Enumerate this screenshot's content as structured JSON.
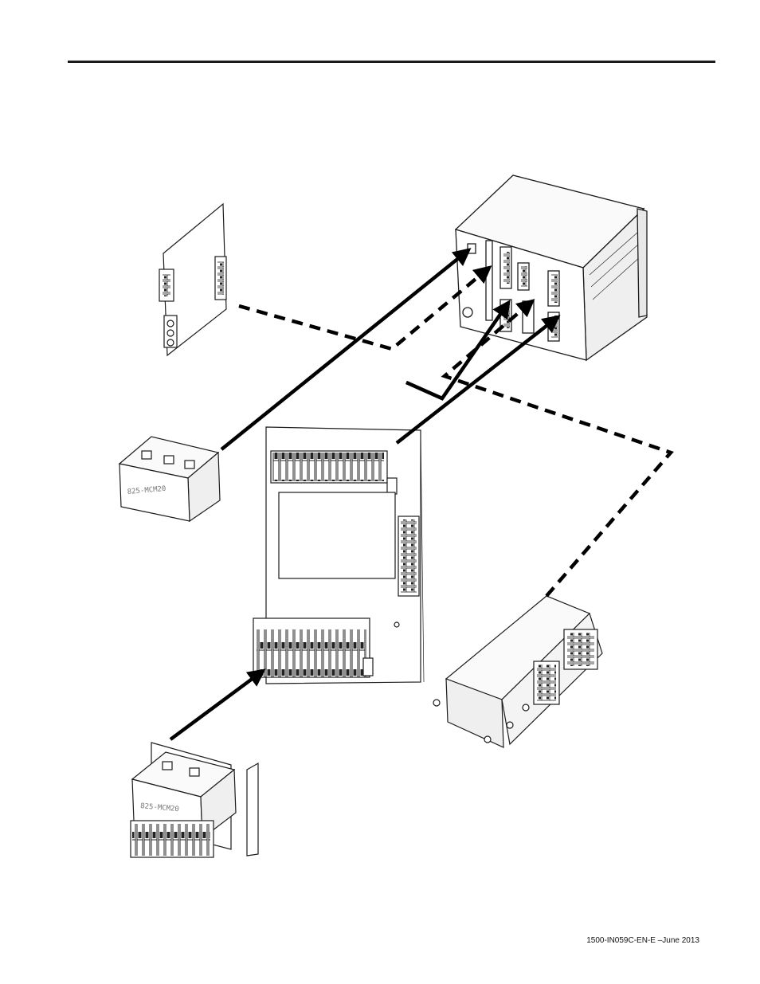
{
  "page": {
    "footer_text": "1500-IN059C-EN-E –June 2013"
  },
  "figure": {
    "module_label_1": "825-MCM20",
    "module_label_2": "825-MCM20"
  },
  "colors": {
    "line": "#000000",
    "part_fill": "#f6f6f6",
    "part_stroke": "#1c1c1c"
  }
}
